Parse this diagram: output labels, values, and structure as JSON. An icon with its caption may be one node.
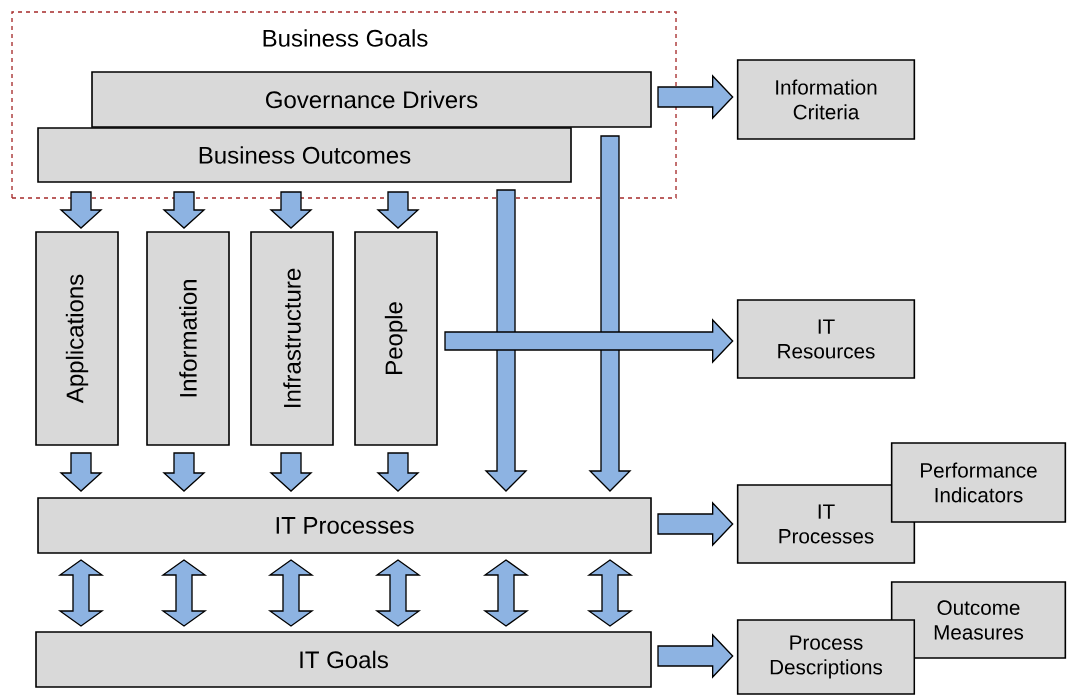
{
  "diagram": {
    "nodes": [
      {
        "text": [
          "Business Goals"
        ]
      },
      {
        "text": [
          "Governance Drivers"
        ],
        "in": 0
      },
      {
        "text": [
          "Business Outcomes"
        ],
        "in": 0
      },
      {
        "text": [
          "Applications"
        ]
      },
      {
        "text": [
          "Information"
        ]
      },
      {
        "text": [
          "Infrastructure"
        ]
      },
      {
        "text": [
          "People"
        ]
      },
      {
        "text": [
          "IT Processes"
        ]
      },
      {
        "text": [
          "IT Goals"
        ]
      },
      {
        "text": [
          "Information Criteria"
        ]
      },
      {
        "text": [
          "IT Resources"
        ]
      },
      {
        "text": [
          "Performance Indicators"
        ]
      },
      {
        "text": [
          "IT Processes"
        ]
      },
      {
        "text": [
          "Outcome Measures"
        ]
      },
      {
        "text": [
          "Process Descriptions"
        ]
      }
    ],
    "edges": [
      {
        "from": 1,
        "to": 9,
        "arrow": "to"
      },
      {
        "from": 2,
        "to": 3,
        "arrow": "to"
      },
      {
        "from": 2,
        "to": 4,
        "arrow": "to"
      },
      {
        "from": 2,
        "to": 5,
        "arrow": "to"
      },
      {
        "from": 2,
        "to": 6,
        "arrow": "to"
      },
      {
        "from": 1,
        "to": 7,
        "arrow": "to"
      },
      {
        "from": 2,
        "to": 7,
        "arrow": "to"
      },
      {
        "from": 6,
        "to": 10,
        "arrow": "to"
      },
      {
        "from": 3,
        "to": 7,
        "arrow": "to"
      },
      {
        "from": 4,
        "to": 7,
        "arrow": "to"
      },
      {
        "from": 5,
        "to": 7,
        "arrow": "to"
      },
      {
        "from": 6,
        "to": 7,
        "arrow": "to"
      },
      {
        "from": 7,
        "to": 12,
        "arrow": "to"
      },
      {
        "from": 7,
        "to": 8,
        "arrow": "both"
      },
      {
        "from": 7,
        "to": 8,
        "arrow": "both"
      },
      {
        "from": 7,
        "to": 8,
        "arrow": "both"
      },
      {
        "from": 7,
        "to": 8,
        "arrow": "both"
      },
      {
        "from": 7,
        "to": 8,
        "arrow": "both"
      },
      {
        "from": 7,
        "to": 8,
        "arrow": "both"
      },
      {
        "from": 8,
        "to": 14,
        "arrow": "to"
      }
    ]
  }
}
